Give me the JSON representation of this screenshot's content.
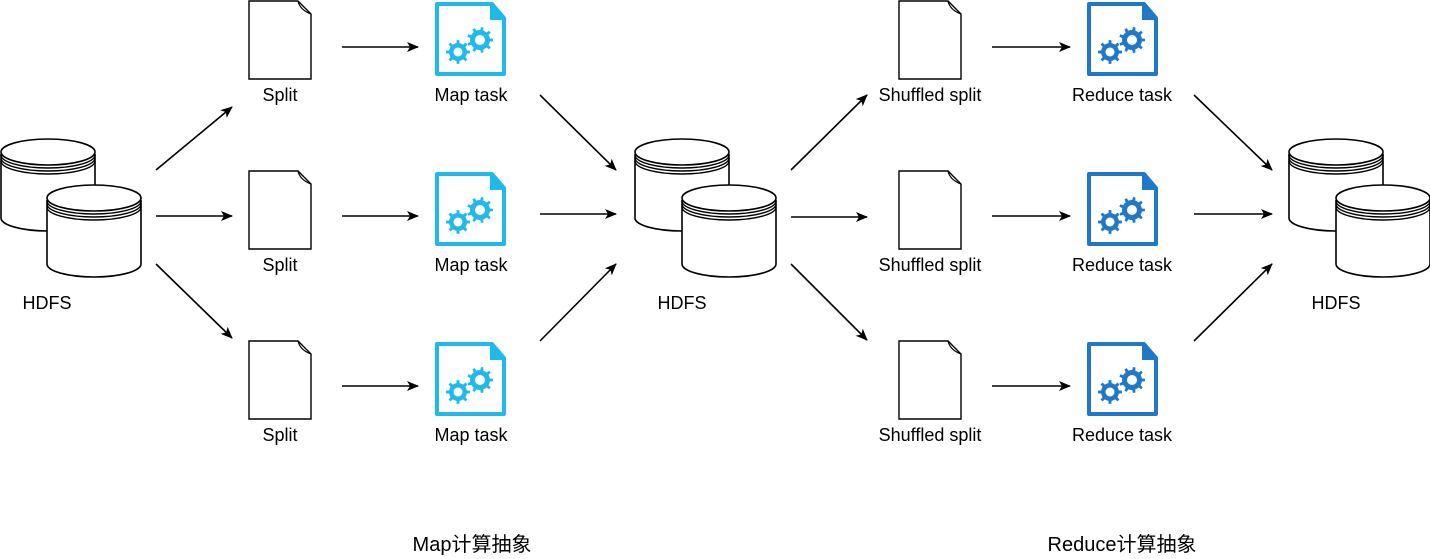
{
  "colors": {
    "stroke": "#000000",
    "map_icon": "#1fb9ea",
    "reduce_icon": "#1f78c8",
    "background": "#ffffff"
  },
  "icons": {
    "storage": "database-icon",
    "split": "document-icon",
    "task": "gear-document-icon"
  },
  "hdfs": [
    {
      "label": "HDFS"
    },
    {
      "label": "HDFS"
    },
    {
      "label": "HDFS"
    }
  ],
  "splits": [
    {
      "label": "Split"
    },
    {
      "label": "Split"
    },
    {
      "label": "Split"
    }
  ],
  "map_tasks": [
    {
      "label": "Map task"
    },
    {
      "label": "Map task"
    },
    {
      "label": "Map task"
    }
  ],
  "shuffled_splits": [
    {
      "label": "Shuffled split"
    },
    {
      "label": "Shuffled split"
    },
    {
      "label": "Shuffled split"
    }
  ],
  "reduce_tasks": [
    {
      "label": "Reduce task"
    },
    {
      "label": "Reduce task"
    },
    {
      "label": "Reduce task"
    }
  ],
  "captions": {
    "map": "Map计算抽象",
    "reduce": "Reduce计算抽象"
  }
}
